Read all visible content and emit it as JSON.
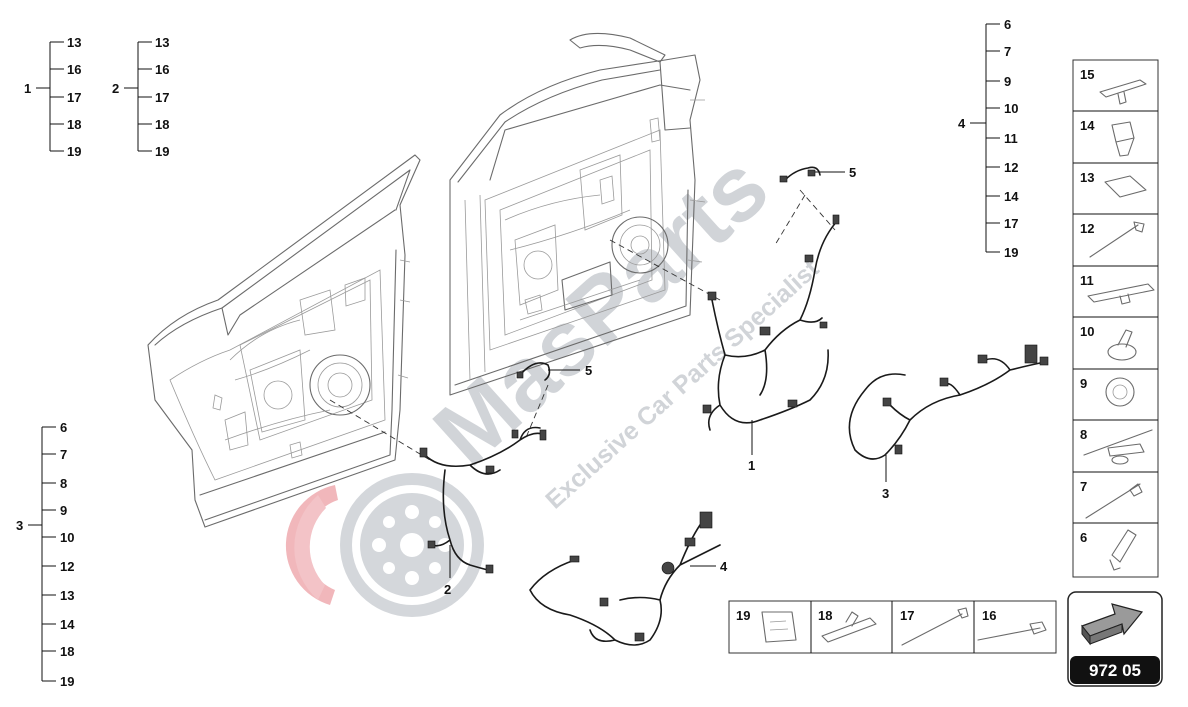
{
  "diagram": {
    "page_number": "972 05",
    "watermark": {
      "brand": "MasParts",
      "tagline": "Exclusive Car Parts Specialist"
    },
    "legend_groups": [
      {
        "id": "1",
        "items": [
          "13",
          "16",
          "17",
          "18",
          "19"
        ]
      },
      {
        "id": "2",
        "items": [
          "13",
          "16",
          "17",
          "18",
          "19"
        ]
      },
      {
        "id": "3",
        "items": [
          "6",
          "7",
          "8",
          "9",
          "10",
          "12",
          "13",
          "14",
          "18",
          "19"
        ]
      },
      {
        "id": "4",
        "items": [
          "6",
          "7",
          "9",
          "10",
          "11",
          "12",
          "14",
          "17",
          "19"
        ]
      }
    ],
    "callouts": [
      "5",
      "5",
      "1",
      "2",
      "3",
      "4"
    ],
    "side_parts": [
      "15",
      "14",
      "13",
      "12",
      "11",
      "10",
      "9",
      "8",
      "7",
      "6"
    ],
    "bottom_parts": [
      "19",
      "18",
      "17",
      "16"
    ],
    "arrow_icon": "next-page-arrow-icon"
  }
}
